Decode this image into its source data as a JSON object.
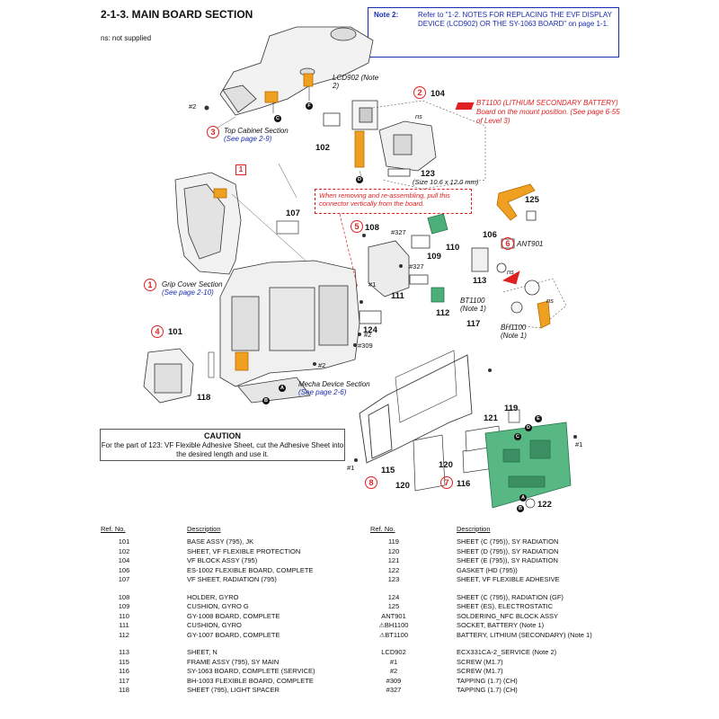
{
  "page": {
    "title": "2-1-3. MAIN BOARD SECTION",
    "ns_note": "ns: not supplied"
  },
  "note2": {
    "label": "Note 2:",
    "text": "Refer to \"1-2. NOTES FOR REPLACING THE EVF DISPLAY DEVICE (LCD902) OR THE SY-1063 BOARD\" on page 1-1."
  },
  "caution": {
    "heading": "CAUTION",
    "text": "For the part of 123: VF Flexible Adhesive Sheet, cut the Adhesive Sheet into the desired length and use it."
  },
  "warnings": {
    "connector": "When removing and re-assembling, pull this connector vertically from the board.",
    "bt1100": "BT1100 (LITHIUM SECONDARY BATTERY) Board on the mount position. (See page 6-55 of Level 3)"
  },
  "callouts": {
    "top_cabinet": {
      "title": "Top Cabinet Section",
      "see": "(See page 2-9)",
      "num": "3"
    },
    "grip_cover": {
      "title": "Grip Cover Section",
      "see": "(See page 2-10)",
      "num": "1"
    },
    "mecha_device": {
      "title": "Mecha Device Section",
      "see": "(See page 2-6)"
    },
    "lcd902": "LCD902 (Note 2)",
    "size": "(Size 10.6 x 12.0 mm)",
    "bt1100": "BT1100 (Note 1)",
    "bh1100": "BH1100 (Note 1)",
    "ant901": "ANT901",
    "ns": "ns"
  },
  "table": {
    "header_ref": "Ref. No.",
    "header_desc": "Description",
    "left": [
      {
        "ref": "101",
        "desc": "BASE ASSY (795), JK"
      },
      {
        "ref": "102",
        "desc": "SHEET, VF FLEXIBLE PROTECTION"
      },
      {
        "ref": "104",
        "desc": "VF BLOCK ASSY (795)"
      },
      {
        "ref": "106",
        "desc": "ES-1002 FLEXIBLE BOARD, COMPLETE"
      },
      {
        "ref": "107",
        "desc": "VF SHEET, RADIATION (795)"
      },
      {
        "ref": "108",
        "desc": "HOLDER, GYRO"
      },
      {
        "ref": "109",
        "desc": "CUSHION, GYRO G"
      },
      {
        "ref": "110",
        "desc": "GY-1008 BOARD, COMPLETE"
      },
      {
        "ref": "111",
        "desc": "CUSHION, GYRO"
      },
      {
        "ref": "112",
        "desc": "GY-1007 BOARD, COMPLETE"
      },
      {
        "ref": "113",
        "desc": "SHEET, N"
      },
      {
        "ref": "115",
        "desc": "FRAME ASSY (795), SY MAIN"
      },
      {
        "ref": "116",
        "desc": "SY-1063 BOARD, COMPLETE (SERVICE)"
      },
      {
        "ref": "117",
        "desc": "BH-1003 FLEXIBLE BOARD, COMPLETE"
      },
      {
        "ref": "118",
        "desc": "SHEET (795), LIGHT SPACER"
      }
    ],
    "right": [
      {
        "ref": "119",
        "desc": "SHEET (C (795)), SY RADIATION"
      },
      {
        "ref": "120",
        "desc": "SHEET (D (795)), SY RADIATION"
      },
      {
        "ref": "121",
        "desc": "SHEET (E (795)), SY RADIATION"
      },
      {
        "ref": "122",
        "desc": "GASKET (HD (795))"
      },
      {
        "ref": "123",
        "desc": "SHEET, VF FLEXIBLE ADHESIVE"
      },
      {
        "ref": "124",
        "desc": "SHEET (C (795)), RADIATION (GF)"
      },
      {
        "ref": "125",
        "desc": "SHEET (ES), ELECTROSTATIC"
      },
      {
        "ref": "ANT901",
        "desc": "SOLDERING_NFC BLOCK ASSY"
      },
      {
        "ref": "BH1100",
        "desc": "SOCKET, BATTERY (Note 1)",
        "warn": true
      },
      {
        "ref": "BT1100",
        "desc": "BATTERY, LITHIUM (SECONDARY) (Note 1)",
        "warn": true
      },
      {
        "ref": "LCD902",
        "desc": "ECX331CA-2_SERVICE (Note 2)"
      },
      {
        "ref": "#1",
        "desc": "SCREW (M1.7)"
      },
      {
        "ref": "#2",
        "desc": "SCREW (M1.7)"
      },
      {
        "ref": "#309",
        "desc": "TAPPING (1.7) (CH)"
      },
      {
        "ref": "#327",
        "desc": "TAPPING (1.7) (CH)"
      }
    ]
  },
  "colors": {
    "accent_red": "#e02020",
    "link_blue": "#1a2db0",
    "board_green": "#4caf7a",
    "flex_orange": "#f0a020"
  }
}
